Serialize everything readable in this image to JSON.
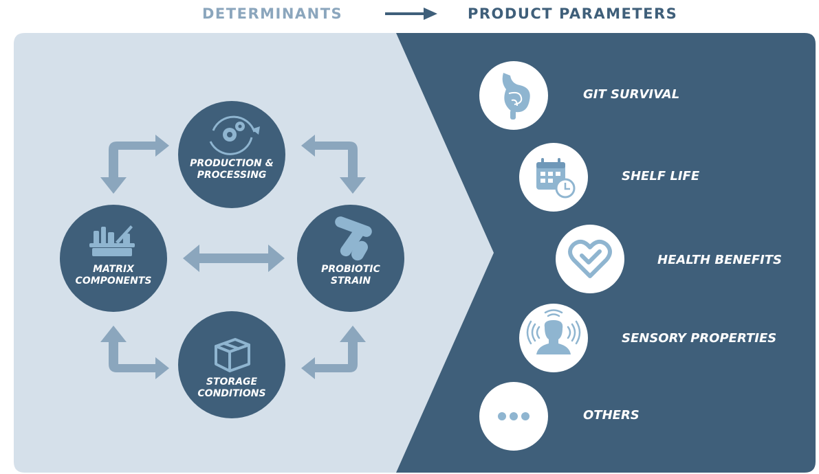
{
  "header": {
    "left": "DETERMINANTS",
    "right": "PRODUCT PARAMETERS",
    "arrow_icon": "right-arrow-icon"
  },
  "colors": {
    "light_panel": "#d5e0ea",
    "dark_panel": "#3f5f7a",
    "node_fill": "#3f5f7a",
    "arrow_fill": "#8ba6bd",
    "icon_light": "#8fb5d0",
    "icon_circle": "#ffffff"
  },
  "determinants": {
    "production": {
      "line1": "PRODUCTION &",
      "line2": "PROCESSING",
      "icon": "gears-cycle-icon"
    },
    "matrix": {
      "line1": "MATRIX",
      "line2": "COMPONENTS",
      "icon": "grocery-basket-icon"
    },
    "probiotic": {
      "line1": "PROBIOTIC",
      "line2": "STRAIN",
      "icon": "bacteria-icon"
    },
    "storage": {
      "line1": "STORAGE",
      "line2": "CONDITIONS",
      "icon": "box-icon"
    }
  },
  "parameters": [
    {
      "label": "GIT SURVIVAL",
      "icon": "stomach-intestine-icon"
    },
    {
      "label": "SHELF LIFE",
      "icon": "calendar-clock-icon"
    },
    {
      "label": "HEALTH BENEFITS",
      "icon": "heart-check-icon"
    },
    {
      "label": "SENSORY PROPERTIES",
      "icon": "head-senses-icon"
    },
    {
      "label": "OTHERS",
      "icon": "ellipsis-icon"
    }
  ]
}
